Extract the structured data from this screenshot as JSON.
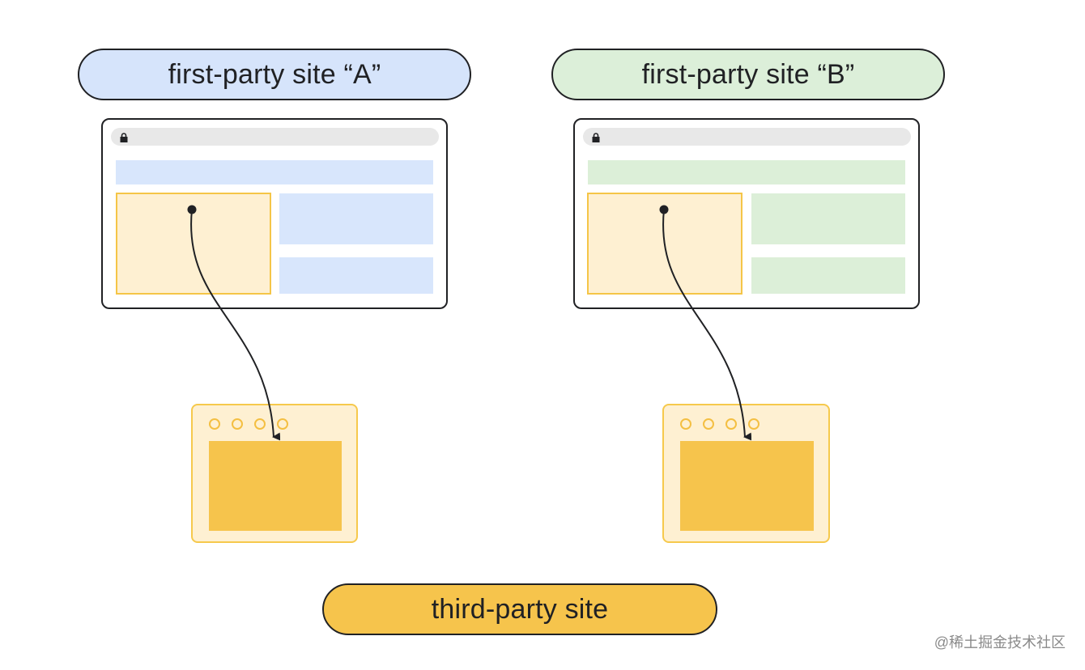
{
  "labels": {
    "site_a": "first-party site “A”",
    "site_b": "first-party site “B”",
    "third_party": "third-party site"
  },
  "watermark": "@稀土掘金技术社区",
  "colors": {
    "site_a_fill": "#d6e4fb",
    "site_a_block": "#d8e6fc",
    "site_b_fill": "#dcefd9",
    "site_b_block": "#dcefd8",
    "third_party_fill": "#f6c44c",
    "iframe_slot": "#fef0d2",
    "iframe_border": "#f5c547",
    "outline": "#202124"
  },
  "icons": {
    "address_bar_lock": "lock-icon",
    "window_controls": "circle-icon",
    "connector": "arrow-icon"
  }
}
